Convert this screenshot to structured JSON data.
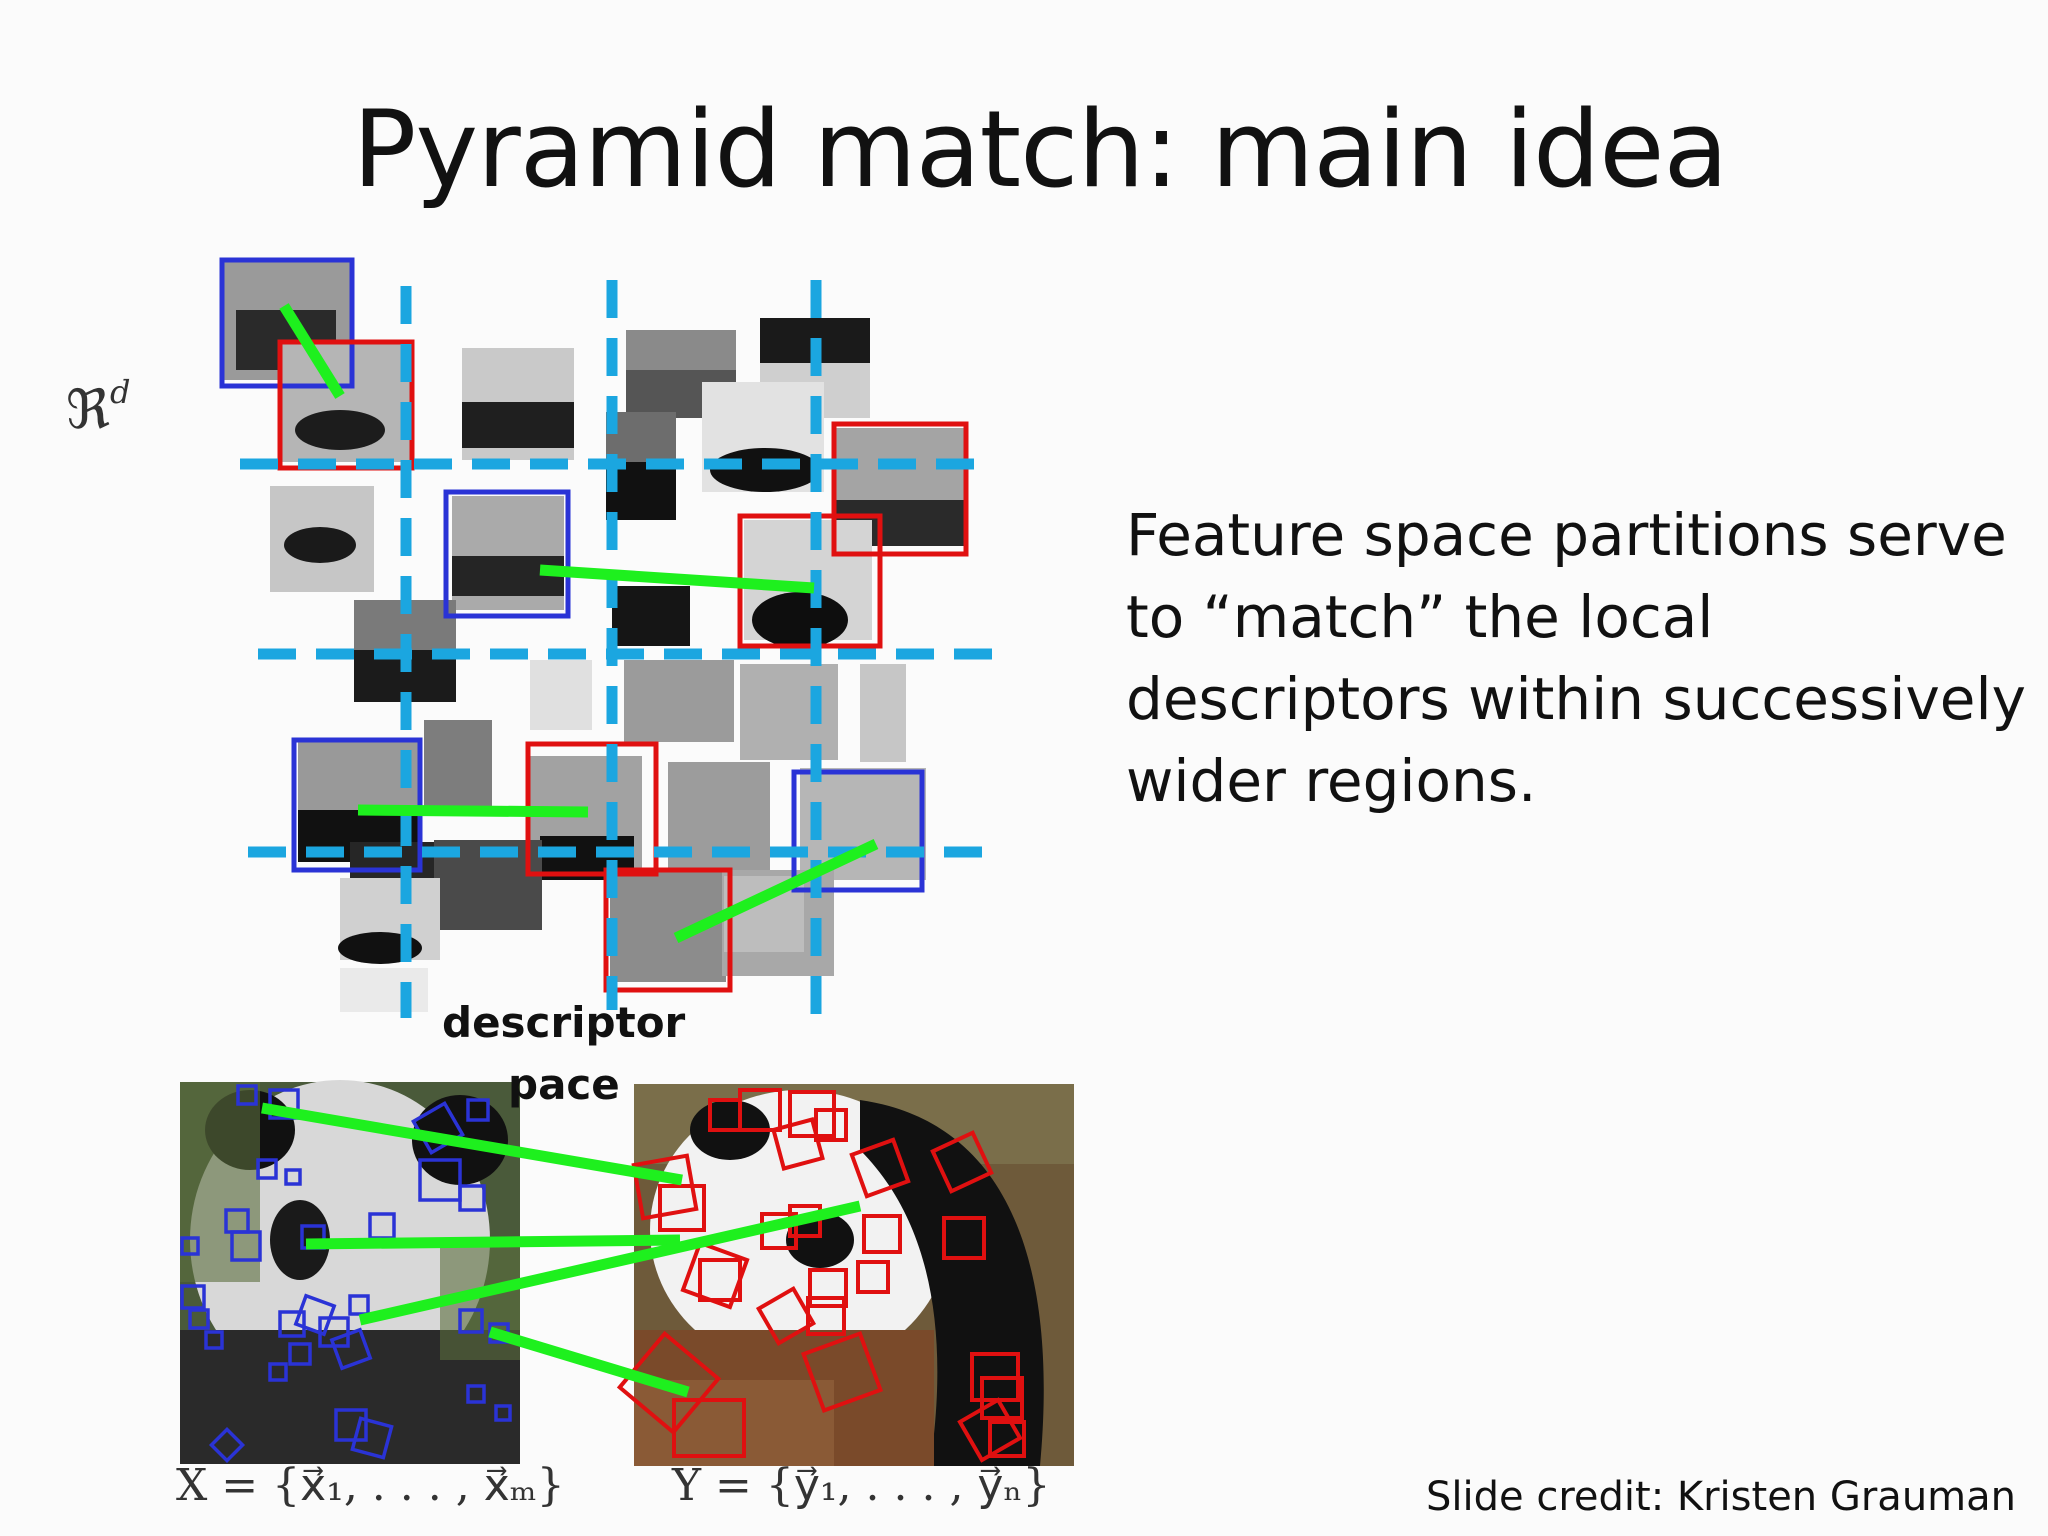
{
  "slide": {
    "title": "Pyramid match: main idea",
    "space_symbol": "ℜ",
    "space_exponent": "d",
    "body_text": "Feature space partitions serve to “match” the local descriptors within successively wider regions.",
    "descriptor_label_line1": "descriptor",
    "descriptor_label_line2": "pace",
    "formula_x": "X = {x⃗₁, . . . , x⃗ₘ}",
    "formula_y": "Y = {y⃗₁, . . . , y⃗ₙ}",
    "credit": "Slide credit: Kristen Grauman"
  },
  "colors": {
    "grid_line": "#1ba6e0",
    "match_line": "#1ef01e",
    "set_x_box": "#2a33d6",
    "set_y_box": "#e01010"
  }
}
